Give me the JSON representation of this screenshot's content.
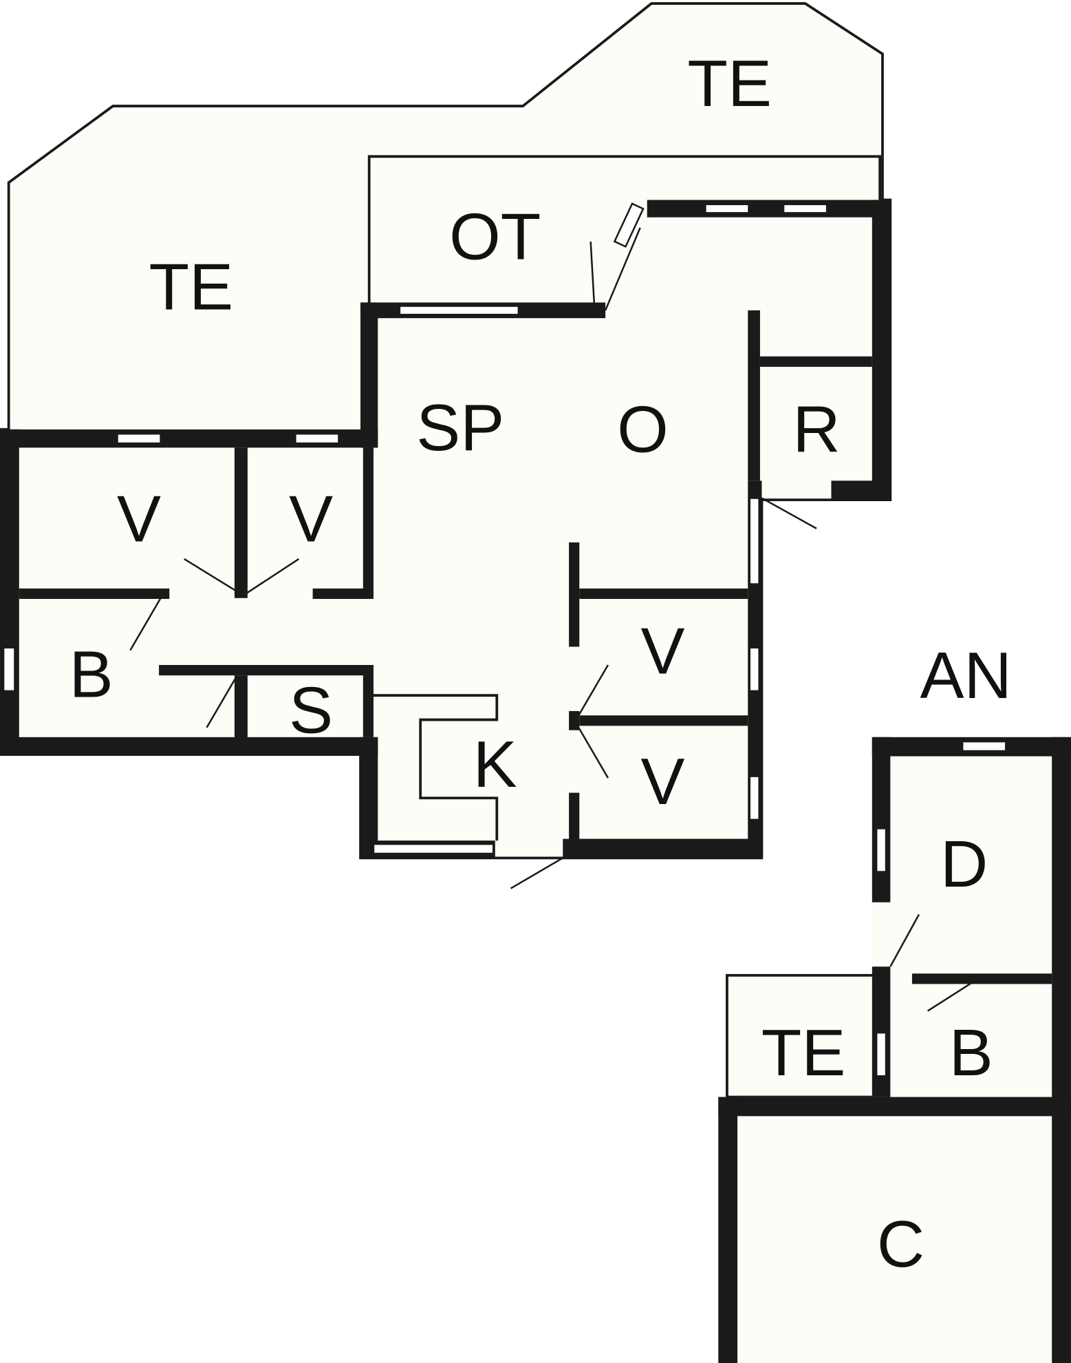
{
  "title": "Floor plan",
  "colors": {
    "floor": "#fcfdf7",
    "wall": "#1a1a1a"
  },
  "rooms": {
    "terrace_top": "TE",
    "terrace_left": "TE",
    "ot": "OT",
    "sp": "SP",
    "o": "O",
    "r": "R",
    "v1": "V",
    "v2": "V",
    "b1": "B",
    "s": "S",
    "k": "K",
    "v3": "V",
    "v4": "V",
    "an": "AN",
    "d": "D",
    "te_small": "TE",
    "b2": "B",
    "c": "C"
  }
}
